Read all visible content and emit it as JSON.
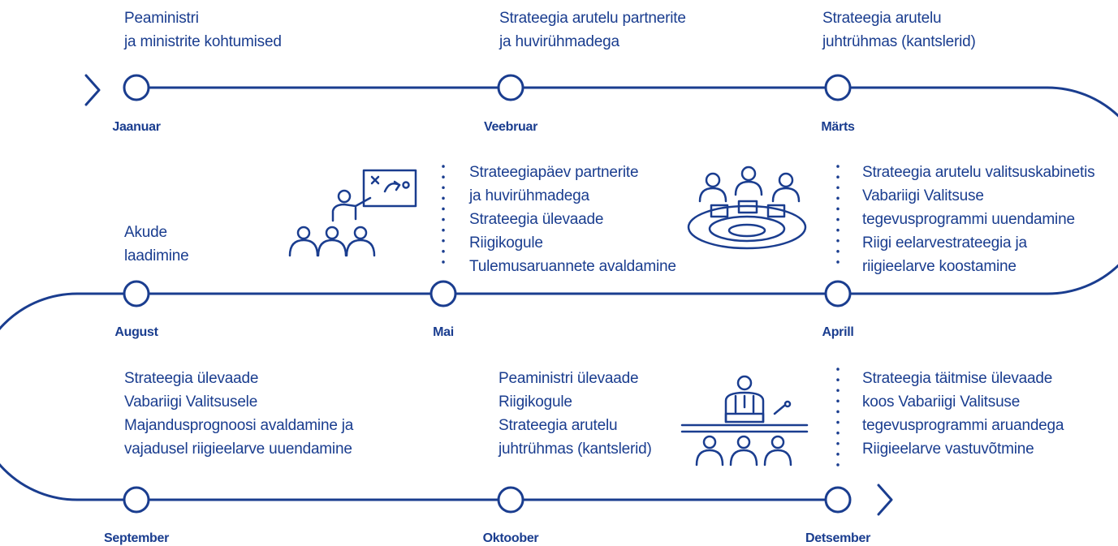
{
  "colors": {
    "primary": "#1a3d8f",
    "background": "#ffffff"
  },
  "months": {
    "jaanuar": "Jaanuar",
    "veebruar": "Veebruar",
    "marts": "Märts",
    "august": "August",
    "mai": "Mai",
    "aprill": "Aprill",
    "september": "September",
    "oktoober": "Oktoober",
    "detsember": "Detsember"
  },
  "events": {
    "jaanuar": [
      "Peaministri",
      "ja ministrite kohtumised"
    ],
    "veebruar": [
      "Strateegia arutelu partnerite",
      "ja huvirühmadega"
    ],
    "marts": [
      "Strateegia arutelu",
      "juhtrühmas (kantslerid)"
    ],
    "august": [
      "Akude",
      "laadimine"
    ],
    "mai": [
      "Strateegiapäev partnerite",
      "ja huvirühmadega",
      "Strateegia ülevaade",
      "Riigikogule",
      "Tulemusaruannete avaldamine"
    ],
    "aprill": [
      "Strateegia arutelu valitsuskabinetis",
      "Vabariigi Valitsuse",
      "tegevusprogrammi uuendamine",
      "Riigi eelarvestrateegia ja",
      "riigieelarve koostamine"
    ],
    "september": [
      "Strateegia ülevaade",
      "Vabariigi Valitsusele",
      "Majandusprognoosi avaldamine ja",
      "vajadusel riigieelarve uuendamine"
    ],
    "oktoober": [
      "Peaministri ülevaade",
      "Riigikogule",
      "Strateegia arutelu",
      "juhtrühmas (kantslerid)"
    ],
    "detsember": [
      "Strateegia täitmise ülevaade",
      "koos Vabariigi Valitsuse",
      "tegevusprogrammi aruandega",
      "Riigieelarve vastuvõtmine"
    ]
  },
  "icons": [
    "presentation-icon",
    "roundtable-meeting-icon",
    "parliament-speaker-icon",
    "start-arrow-icon",
    "end-arrow-icon"
  ]
}
